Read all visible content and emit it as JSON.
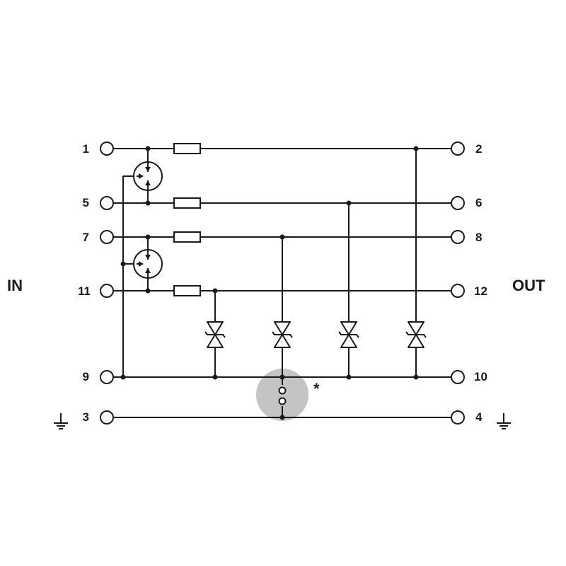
{
  "labels": {
    "in": "IN",
    "out": "OUT",
    "note_marker": "*"
  },
  "terminals": {
    "t1": "1",
    "t2": "2",
    "t3": "3",
    "t4": "4",
    "t5": "5",
    "t6": "6",
    "t7": "7",
    "t8": "8",
    "t9": "9",
    "t10": "10",
    "t11": "11",
    "t12": "12"
  },
  "icons": {
    "ground": "ground-icon",
    "resistor": "resistor-icon",
    "tvs_diode": "tvs-diode-icon",
    "gas_discharge_tube": "gas-discharge-tube-icon"
  },
  "colors": {
    "line": "#1a1a1a",
    "highlight": "#c4c4c4"
  }
}
